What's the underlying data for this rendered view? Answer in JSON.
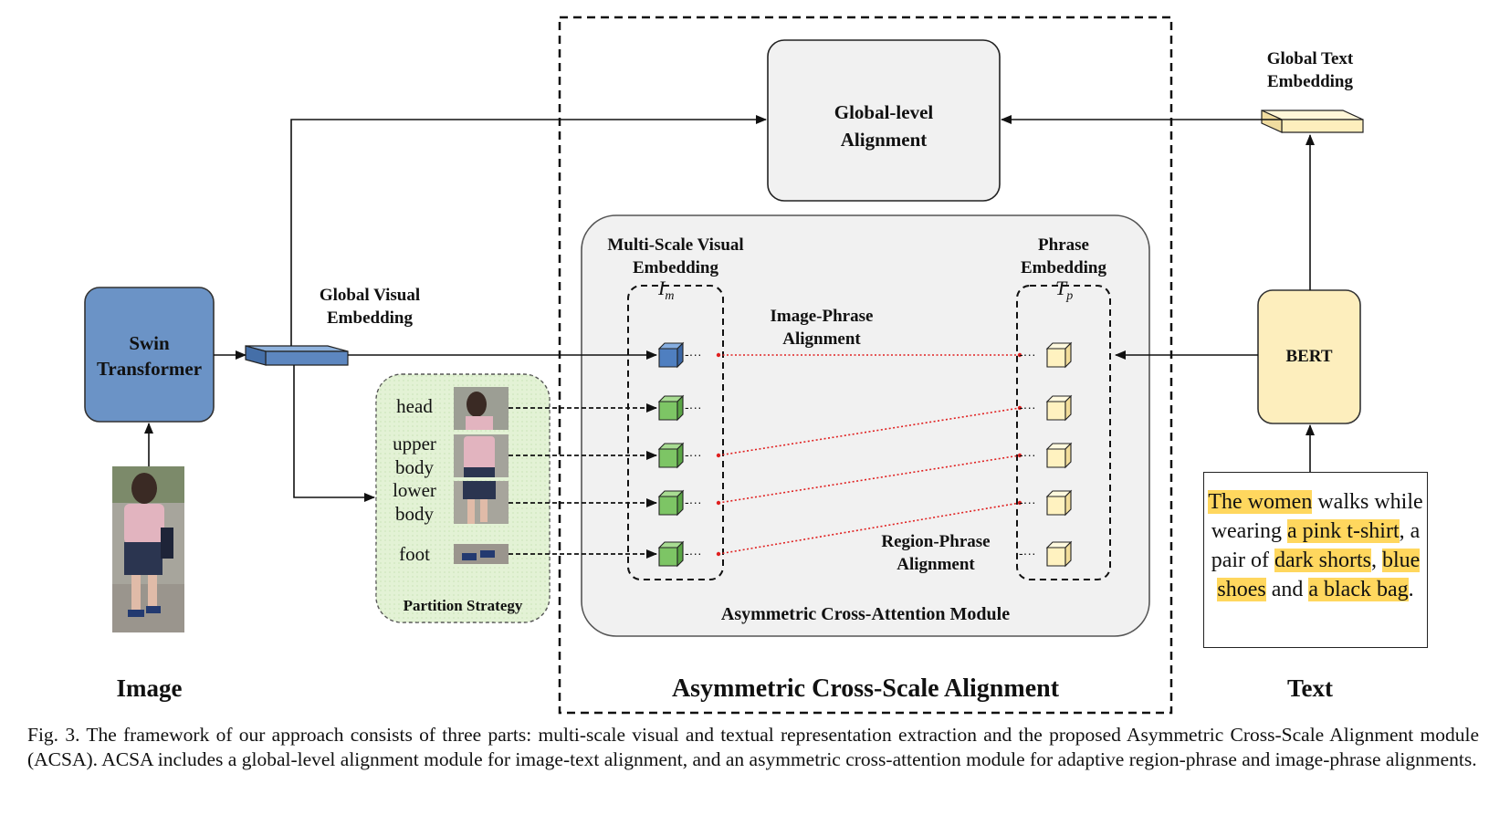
{
  "labels": {
    "swin": "Swin\nTransformer",
    "image_title": "Image",
    "global_visual": "Global Visual\nEmbedding",
    "global_alignment": "Global-level\nAlignment",
    "global_text": "Global Text\nEmbedding",
    "bert": "BERT",
    "text_title": "Text",
    "multi_scale": "Multi-Scale Visual\nEmbedding",
    "phrase_embedding": "Phrase\nEmbedding",
    "image_phrase": "Image-Phrase\nAlignment",
    "region_phrase": "Region-Phrase\nAlignment",
    "partition": "Partition Strategy",
    "acam": "Asymmetric Cross-Attention Module",
    "acsa_title": "Asymmetric Cross-Scale Alignment",
    "im_symbol": "I",
    "im_sub": "m",
    "tp_symbol": "T",
    "tp_sub": "p"
  },
  "parts": [
    "head",
    "upper\nbody",
    "lower\nbody",
    "foot"
  ],
  "text_segments": [
    {
      "t": "The women",
      "h": true
    },
    {
      "t": " walks while wearing ",
      "h": false
    },
    {
      "t": "a pink t-shirt",
      "h": true
    },
    {
      "t": ", a pair of ",
      "h": false
    },
    {
      "t": "dark shorts",
      "h": true
    },
    {
      "t": ", ",
      "h": false
    },
    {
      "t": "blue shoes",
      "h": true
    },
    {
      "t": " and ",
      "h": false
    },
    {
      "t": "a black bag",
      "h": true
    },
    {
      "t": ".",
      "h": false
    }
  ],
  "caption": "Fig. 3.  The framework of our approach consists of three parts: multi-scale visual and textual representation extraction and the proposed Asymmetric Cross-Scale Alignment module (ACSA). ACSA includes a global-level alignment module for image-text alignment, and an asymmetric cross-attention module for adaptive region-phrase and image-phrase alignments.",
  "colors": {
    "swin_fill": "#6b93c6",
    "bert_fill": "#fdeebd",
    "partition_fill": "#e3f2d5",
    "module_fill": "#f1f1f1",
    "green_cube": "#7dc565",
    "blue_cube": "#4f7fc0",
    "phrase_cube": "#fff2c0",
    "alignment_line": "#e02020",
    "highlight": "#ffd75e"
  }
}
